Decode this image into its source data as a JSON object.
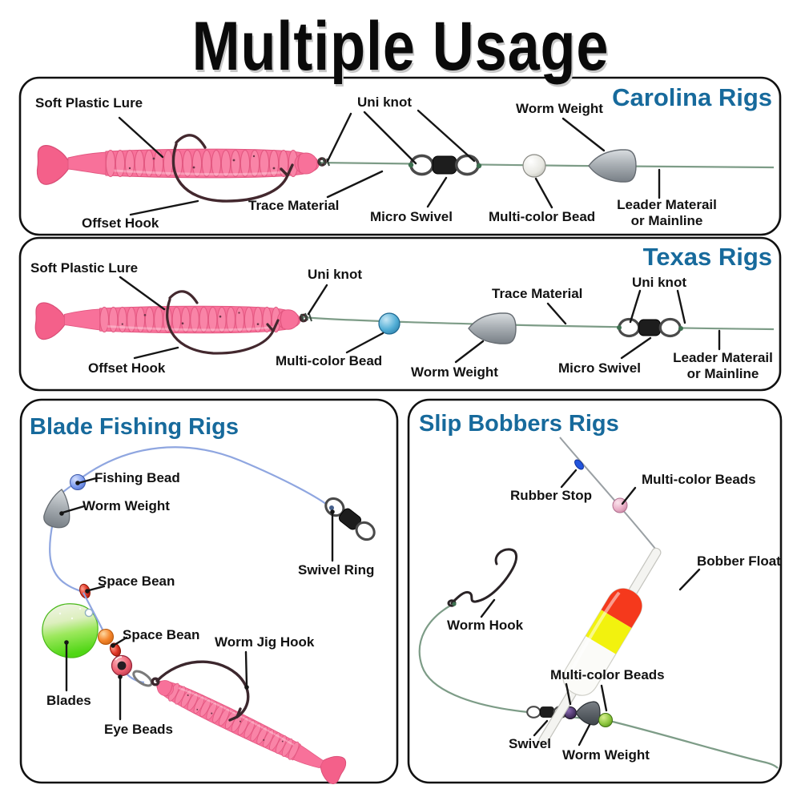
{
  "title": "Multiple Usage",
  "colors": {
    "accent_blue": "#176a9c",
    "label_text": "#121212",
    "line_green": "#7d9c87",
    "line_blue": "#8fa6e0",
    "line_grey": "#9aa0a4",
    "lure_pink": "#f8719a",
    "weight_grey": "#aab0b5",
    "bobber_red": "#f5391c",
    "bobber_yellow": "#f2f20e"
  },
  "panels": {
    "carolina": {
      "title": "Carolina Rigs",
      "labels": {
        "soft_plastic_lure": "Soft Plastic Lure",
        "uni_knot": "Uni knot",
        "worm_weight": "Worm Weight",
        "offset_hook": "Offset Hook",
        "trace_material": "Trace Material",
        "micro_swivel": "Micro Swivel",
        "multi_color_bead": "Multi-color Bead",
        "leader_line1": "Leader Materail",
        "leader_line2": "or Mainline"
      }
    },
    "texas": {
      "title": "Texas Rigs",
      "labels": {
        "soft_plastic_lure": "Soft Plastic Lure",
        "uni_knot_head": "Uni knot",
        "uni_knot_swivel": "Uni knot",
        "trace_material": "Trace Material",
        "offset_hook": "Offset Hook",
        "multi_color_bead": "Multi-color Bead",
        "worm_weight": "Worm Weight",
        "micro_swivel": "Micro Swivel",
        "leader_line1": "Leader Materail",
        "leader_line2": "or Mainline"
      }
    },
    "blade": {
      "title": "Blade Fishing Rigs",
      "labels": {
        "fishing_bead": "Fishing Bead",
        "worm_weight": "Worm Weight",
        "space_bean_upper": "Space Bean",
        "swivel_ring": "Swivel Ring",
        "space_bean_lower": "Space Bean",
        "worm_jig_hook": "Worm Jig Hook",
        "blades": "Blades",
        "eye_beads": "Eye Beads"
      }
    },
    "slip": {
      "title": "Slip Bobbers Rigs",
      "labels": {
        "rubber_stop": "Rubber Stop",
        "multi_color_beads_top": "Multi-color Beads",
        "bobber_float": "Bobber Float",
        "worm_hook": "Worm Hook",
        "multi_color_beads_bottom": "Multi-color Beads",
        "swivel": "Swivel",
        "worm_weight": "Worm Weight"
      }
    }
  }
}
